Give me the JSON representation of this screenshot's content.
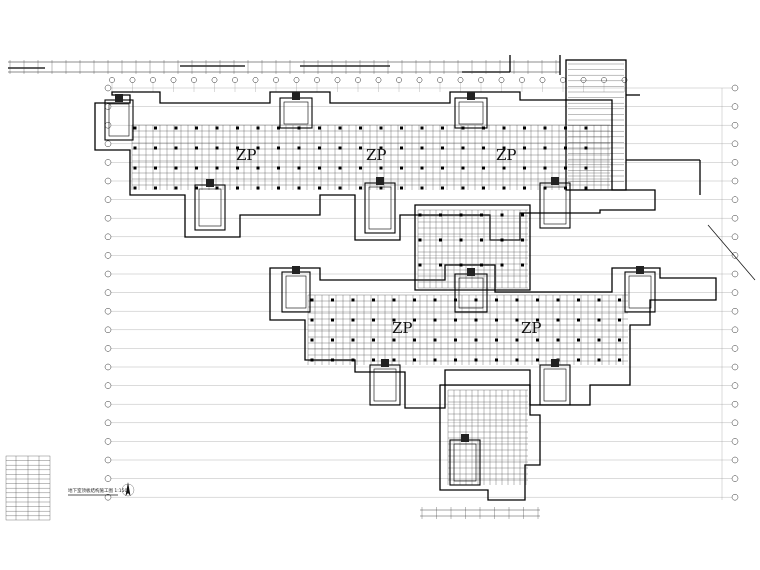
{
  "zone_marks": [
    {
      "label": "ZP"
    },
    {
      "label": "ZP"
    },
    {
      "label": "ZP"
    },
    {
      "label": "ZP"
    },
    {
      "label": "ZP"
    }
  ],
  "drawing_caption": "地下室顶板结构施工图 1:150",
  "north_arrow": {
    "icon": "north-arrow-icon"
  },
  "colors": {
    "line": "#1a1a1a",
    "grid": "#9a9a9a",
    "background": "#ffffff"
  }
}
